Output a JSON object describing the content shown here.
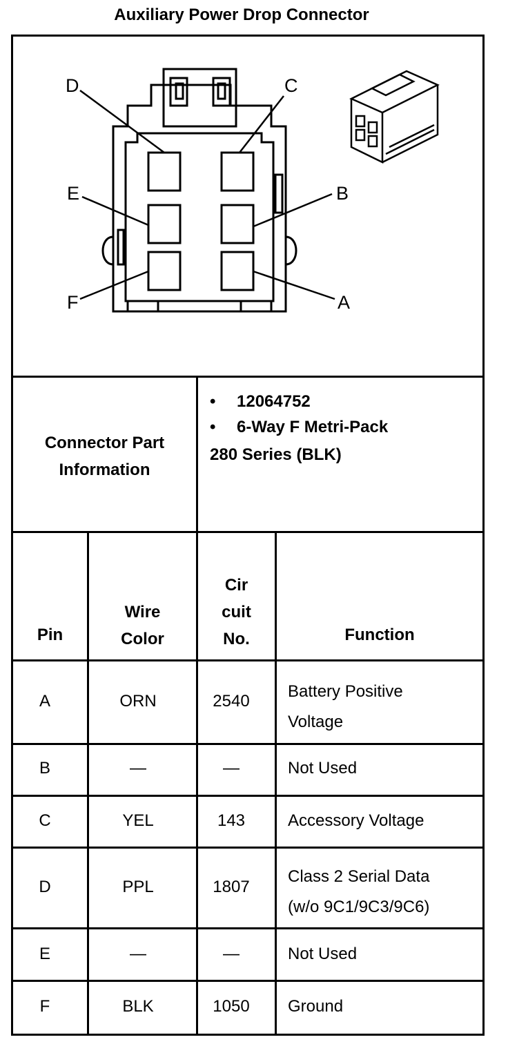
{
  "title": "Auxiliary Power Drop Connector",
  "diagram": {
    "pin_labels": {
      "D": "D",
      "C": "C",
      "E": "E",
      "B": "B",
      "F": "F",
      "A": "A"
    }
  },
  "part_info": {
    "label_line1": "Connector Part",
    "label_line2": "Information",
    "bullet": "•",
    "item1": "12064752",
    "item2": "6-Way F Metri-Pack",
    "item2_cont": "280 Series (BLK)"
  },
  "table": {
    "headers": {
      "pin": "Pin",
      "wire_line1": "Wire",
      "wire_line2": "Color",
      "circuit_line1": "Cir",
      "circuit_line2": "cuit",
      "circuit_line3": "No.",
      "function": "Function"
    },
    "rows": [
      {
        "pin": "A",
        "wire": "ORN",
        "circuit": "2540",
        "function_line1": "Battery Positive",
        "function_line2": "Voltage"
      },
      {
        "pin": "B",
        "wire": "—",
        "circuit": "—",
        "function_line1": "Not Used",
        "function_line2": ""
      },
      {
        "pin": "C",
        "wire": "YEL",
        "circuit": "143",
        "function_line1": "Accessory Voltage",
        "function_line2": ""
      },
      {
        "pin": "D",
        "wire": "PPL",
        "circuit": "1807",
        "function_line1": "Class 2 Serial Data",
        "function_line2": "(w/o 9C1/9C3/9C6)"
      },
      {
        "pin": "E",
        "wire": "—",
        "circuit": "—",
        "function_line1": "Not Used",
        "function_line2": ""
      },
      {
        "pin": "F",
        "wire": "BLK",
        "circuit": "1050",
        "function_line1": "Ground",
        "function_line2": ""
      }
    ]
  }
}
